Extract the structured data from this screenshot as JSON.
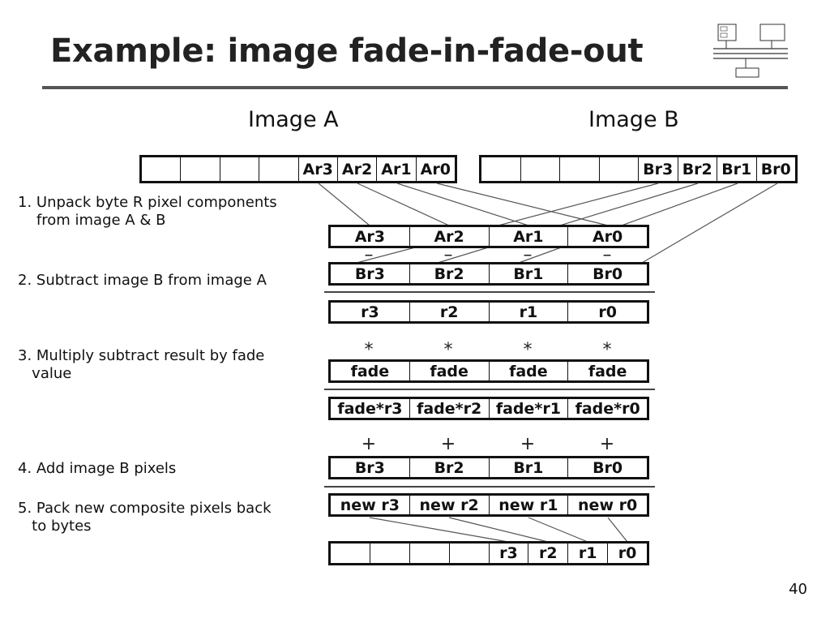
{
  "slide": {
    "title": "Example: image fade-in-fade-out",
    "page_number": "40",
    "image_a_label": "Image A",
    "image_b_label": "Image B"
  },
  "top_rows": {
    "a": [
      "",
      "",
      "",
      "",
      "Ar3",
      "Ar2",
      "Ar1",
      "Ar0"
    ],
    "b": [
      "",
      "",
      "",
      "",
      "Br3",
      "Br2",
      "Br1",
      "Br0"
    ]
  },
  "steps": [
    "1. Unpack byte R pixel components\n    from image A & B",
    "2. Subtract image B from image A",
    "3. Multiply subtract result by fade\n   value",
    "4. Add image B pixels",
    "5. Pack new composite pixels back\n   to bytes"
  ],
  "rows": {
    "unpack_a": [
      "Ar3",
      "Ar2",
      "Ar1",
      "Ar0"
    ],
    "unpack_b": [
      "Br3",
      "Br2",
      "Br1",
      "Br0"
    ],
    "diff": [
      "r3",
      "r2",
      "r1",
      "r0"
    ],
    "fade": [
      "fade",
      "fade",
      "fade",
      "fade"
    ],
    "product": [
      "fade*r3",
      "fade*r2",
      "fade*r1",
      "fade*r0"
    ],
    "add_b": [
      "Br3",
      "Br2",
      "Br1",
      "Br0"
    ],
    "new": [
      "new r3",
      "new r2",
      "new r1",
      "new r0"
    ],
    "packed": [
      "",
      "",
      "",
      "",
      "r3",
      "r2",
      "r1",
      "r0"
    ]
  },
  "operators": {
    "minus": "–",
    "times": "*",
    "plus": "+"
  }
}
